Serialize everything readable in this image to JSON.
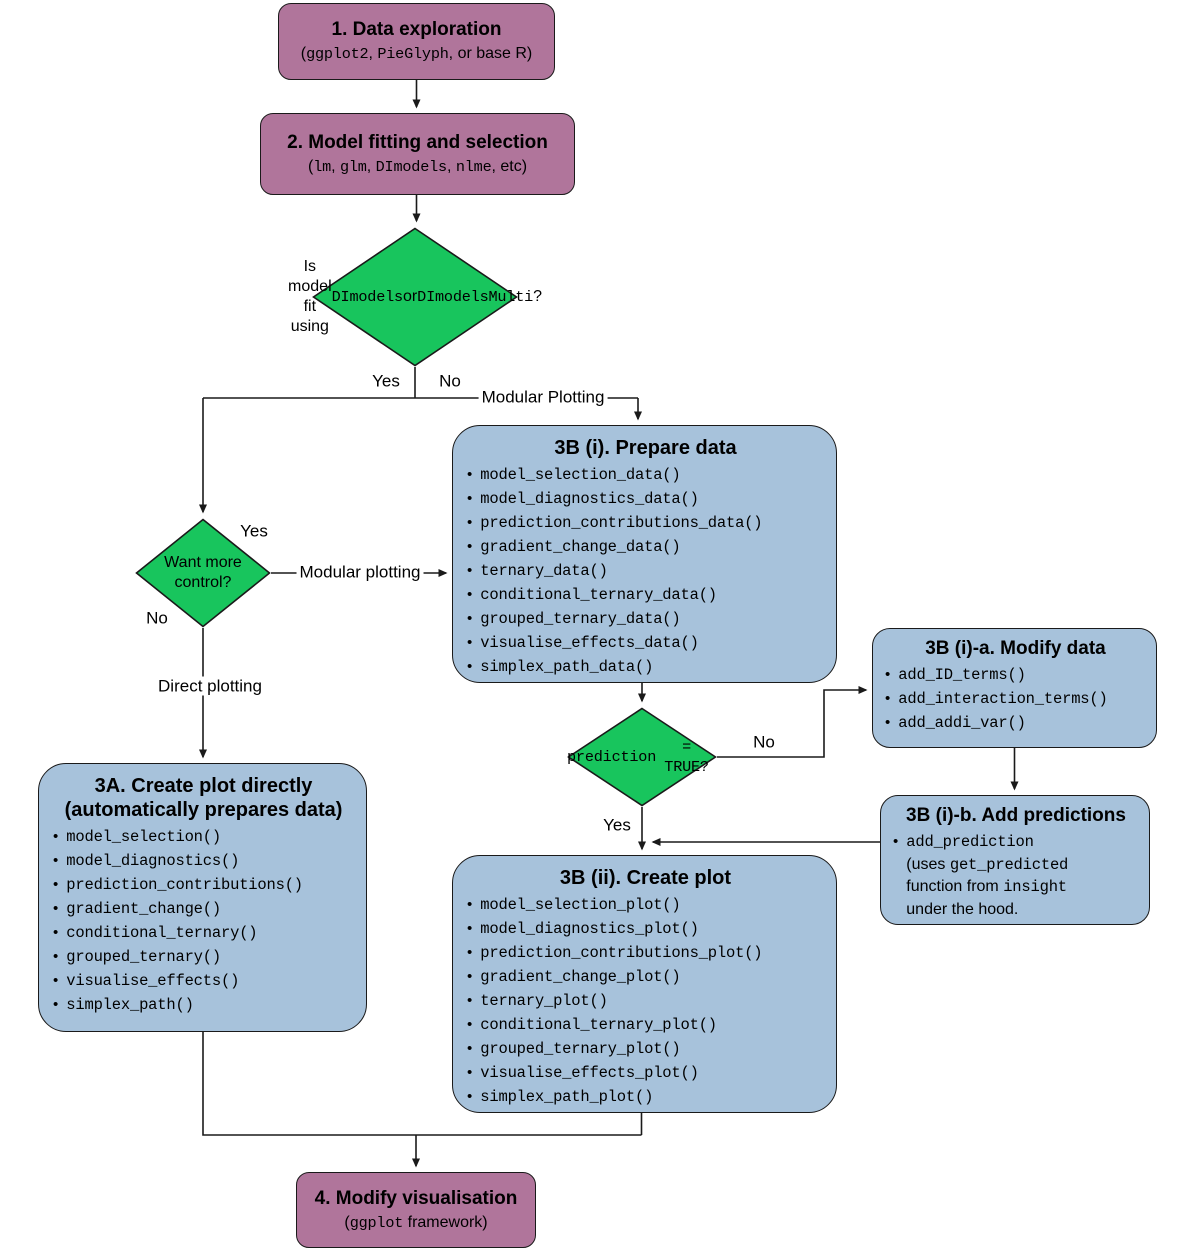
{
  "colors": {
    "purple": "#b0759b",
    "green": "#18c55d",
    "blue": "#a7c2db",
    "line": "#1a1a1a",
    "background": "#ffffff"
  },
  "nodes": {
    "step1": {
      "title": "1. Data exploration",
      "subtitle": "(`ggplot2`, `PieGlyph`, or base R)"
    },
    "step2": {
      "title": "2. Model fitting and selection",
      "subtitle": "(`lm`, `glm`, `DImodels`, `nlme`, etc)"
    },
    "decision_model": {
      "text": "Is model fit\nusing `DImodels` or\n`DImodelsMulti`?"
    },
    "decision_control": {
      "text": "Want more\ncontrol?"
    },
    "decision_prediction": {
      "text": "`prediction`\n`= TRUE?`"
    },
    "step3a": {
      "title": "3A. Create plot directly\n(automatically prepares data)",
      "items": [
        "model_selection()",
        "model_diagnostics()",
        "prediction_contributions()",
        "gradient_change()",
        "conditional_ternary()",
        "grouped_ternary()",
        "visualise_effects()",
        "simplex_path()"
      ]
    },
    "step3b_i": {
      "title": "3B (i). Prepare data",
      "items": [
        "model_selection_data()",
        "model_diagnostics_data()",
        "prediction_contributions_data()",
        "gradient_change_data()",
        "ternary_data()",
        "conditional_ternary_data()",
        "grouped_ternary_data()",
        "visualise_effects_data()",
        "simplex_path_data()"
      ]
    },
    "step3b_ia": {
      "title": "3B (i)-a. Modify data",
      "items": [
        "add_ID_terms()",
        "add_interaction_terms()",
        "add_addi_var()"
      ]
    },
    "step3b_ib": {
      "title": "3B (i)-b. Add predictions",
      "item": "`add_prediction`\n(uses `get_predicted`\nfunction from `insight`\nunder the hood."
    },
    "step3b_ii": {
      "title": "3B (ii). Create plot",
      "items": [
        "model_selection_plot()",
        "model_diagnostics_plot()",
        "prediction_contributions_plot()",
        "gradient_change_plot()",
        "ternary_plot()",
        "conditional_ternary_plot()",
        "grouped_ternary_plot()",
        "visualise_effects_plot()",
        "simplex_path_plot()"
      ]
    },
    "step4": {
      "title": "4. Modify visualisation",
      "subtitle": "(`ggplot` framework)"
    }
  },
  "labels": {
    "yes1": "Yes",
    "no1": "No",
    "modular_plotting_top": "Modular Plotting",
    "yes2": "Yes",
    "modular_plotting_mid": "Modular plotting",
    "no2": "No",
    "direct_plotting": "Direct plotting",
    "no3": "No",
    "yes3": "Yes"
  }
}
